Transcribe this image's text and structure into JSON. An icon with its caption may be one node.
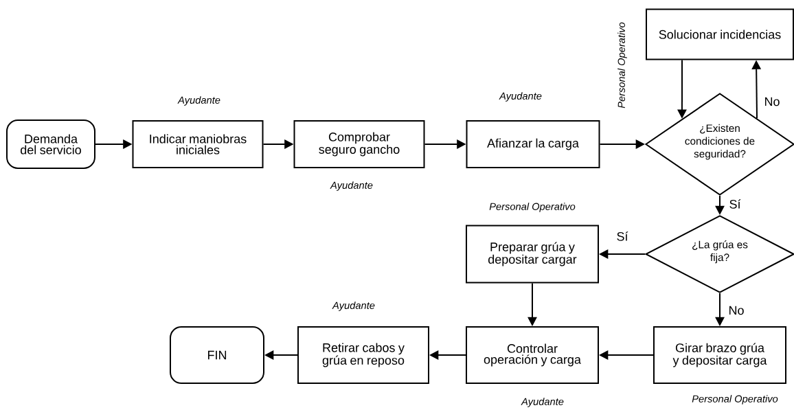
{
  "diagram": {
    "nodes": [
      {
        "text": [
          "Demanda del servicio"
        ]
      },
      {
        "text": [
          "Indicar maniobras iniciales"
        ],
        "beside": [
          "Ayudante"
        ]
      },
      {
        "text": [
          "Comprobar seguro gancho"
        ],
        "beside": [
          "Ayudante"
        ]
      },
      {
        "text": [
          "Afianzar la carga"
        ],
        "beside": [
          "Ayudante"
        ]
      },
      {
        "text": [
          "Solucionar incidencias"
        ]
      },
      {
        "text": [
          "¿Existen condiciones de seguridad?"
        ],
        "beside": [
          "Personal Operativo"
        ]
      },
      {
        "text": [
          "¿La grúa es fija?"
        ]
      },
      {
        "text": [
          "Preparar grúa y depositar cargar"
        ],
        "beside": [
          "Personal Operativo"
        ]
      },
      {
        "text": [
          "Girar brazo grúa y depositar carga"
        ],
        "beside": [
          "Personal Operativo"
        ]
      },
      {
        "text": [
          "Controlar operación y carga"
        ],
        "beside": [
          "Ayudante"
        ]
      },
      {
        "text": [
          "Retirar cabos y grúa en reposo"
        ],
        "beside": [
          "Ayudante"
        ]
      },
      {
        "text": [
          "FIN"
        ]
      }
    ],
    "edges": [
      {
        "from": 0,
        "to": 1,
        "arrow": "to"
      },
      {
        "from": 1,
        "to": 2,
        "arrow": "to"
      },
      {
        "from": 2,
        "to": 3,
        "arrow": "to"
      },
      {
        "from": 3,
        "to": 5,
        "arrow": "to"
      },
      {
        "from": 4,
        "to": 5,
        "arrow": "to"
      },
      {
        "from": 5,
        "to": 4,
        "arrow": "to",
        "label": "No"
      },
      {
        "from": 5,
        "to": 6,
        "arrow": "to",
        "label": "Sí"
      },
      {
        "from": 6,
        "to": 7,
        "arrow": "to",
        "label": "Sí"
      },
      {
        "from": 6,
        "to": 8,
        "arrow": "to",
        "label": "No"
      },
      {
        "from": 7,
        "to": 9,
        "arrow": "to"
      },
      {
        "from": 8,
        "to": 9,
        "arrow": "to"
      },
      {
        "from": 9,
        "to": 10,
        "arrow": "to"
      },
      {
        "from": 10,
        "to": 11,
        "arrow": "to"
      }
    ]
  }
}
